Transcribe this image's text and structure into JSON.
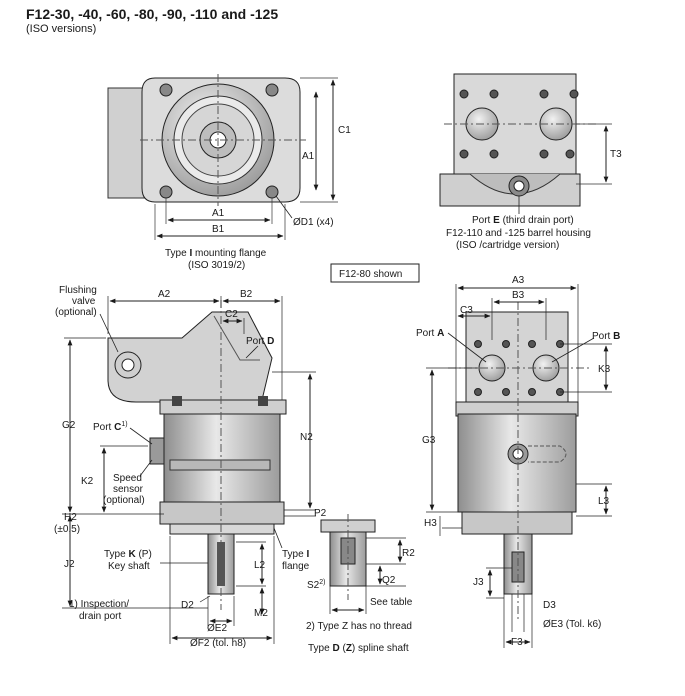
{
  "title": "F12-30, -40, -60,  -80, -90, -110 and -125",
  "subtitle": "(ISO versions)",
  "top_left": {
    "dims": {
      "c1": "C1",
      "a1_side": "A1",
      "a1_bottom": "A1",
      "b1": "B1",
      "d1": "ØD1 (x4)"
    },
    "caption_line1_pre": "Type ",
    "caption_line1_bold": "I",
    "caption_line1_post": " mounting flange",
    "caption_line2": "(ISO 3019/2)"
  },
  "top_right": {
    "dims": {
      "t3": "T3"
    },
    "caption_line1_pre": "Port ",
    "caption_line1_bold": "E",
    "caption_line1_post": " (third drain port)",
    "caption_line2": "F12-110 and -125 barrel housing",
    "caption_line3": "(ISO /cartridge version)"
  },
  "shown_box": "F12-80 shown",
  "side_view": {
    "flushing_valve": [
      "Flushing",
      "valve",
      "(optional)"
    ],
    "dims": {
      "a2": "A2",
      "b2": "B2",
      "c2": "C2",
      "g2": "G2",
      "n2": "N2",
      "k2": "K2",
      "h2": "H2",
      "h2_tol": "(±0,5)",
      "p2": "P2",
      "j2": "J2",
      "l2": "L2",
      "d2": "D2",
      "e2": "ØE2",
      "m2": "M2",
      "f2": "ØF2 (tol. h8)",
      "r2": "R2",
      "q2": "Q2",
      "s2": "S2",
      "s2_sup": "2)"
    },
    "port_d_pre": "Port ",
    "port_d_bold": "D",
    "port_c_pre": "Port ",
    "port_c_bold": "C",
    "port_c_sup": "1)",
    "speed_sensor": [
      "Speed",
      "sensor",
      "(optional)"
    ],
    "type_k_pre": "Type ",
    "type_k_bold": "K",
    "type_k_post": " (P)",
    "key_shaft": "Key shaft",
    "type_i_pre": "Type ",
    "type_i_bold": "I",
    "type_i_line2": "flange",
    "see_table": "See table",
    "note1_line1": "1) Inspection/",
    "note1_line2": "drain port",
    "note2": "2) Type Z has no thread",
    "type_d_pre": "Type ",
    "type_d_bold": "D",
    "type_d_mid": " (",
    "type_d_bold2": "Z",
    "type_d_post": ") spline shaft"
  },
  "front_view": {
    "dims": {
      "a3": "A3",
      "b3": "B3",
      "c3": "C3",
      "k3": "K3",
      "g3": "G3",
      "l3": "L3",
      "h3": "H3",
      "j3": "J3",
      "d3": "D3",
      "e3": "ØE3 (Tol. k6)",
      "f3": "F3"
    },
    "port_a_pre": "Port ",
    "port_a_bold": "A",
    "port_b_pre": "Port ",
    "port_b_bold": "B"
  }
}
